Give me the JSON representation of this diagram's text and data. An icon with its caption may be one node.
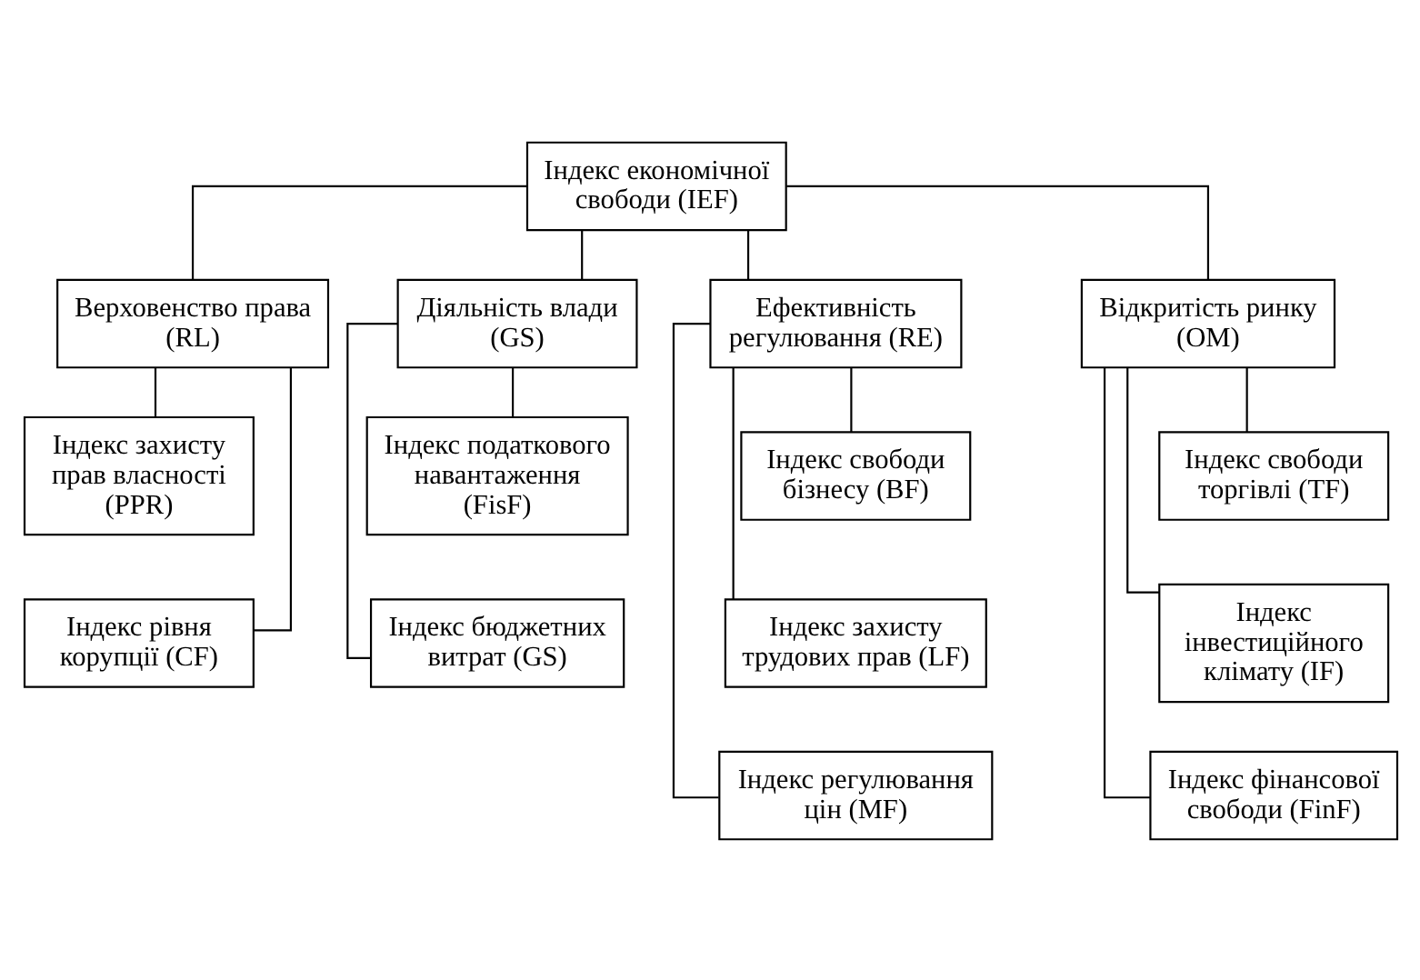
{
  "diagram": {
    "nodes": [
      {
        "text": [
          "Індекс економічної свободи (IEF)"
        ]
      },
      {
        "text": [
          "Верховенство права (RL)"
        ]
      },
      {
        "text": [
          "Діяльність влади (GS)"
        ]
      },
      {
        "text": [
          "Ефективність регулювання (RE)"
        ]
      },
      {
        "text": [
          "Відкритість ринку (OM)"
        ]
      },
      {
        "text": [
          "Індекс захисту прав власності (PPR)"
        ]
      },
      {
        "text": [
          "Індекс рівня корупції (CF)"
        ]
      },
      {
        "text": [
          "Індекс податкового навантаження (FisF)"
        ]
      },
      {
        "text": [
          "Індекс бюджетних витрат (GS)"
        ]
      },
      {
        "text": [
          "Індекс свободи бізнесу (BF)"
        ]
      },
      {
        "text": [
          "Індекс захисту трудових прав (LF)"
        ]
      },
      {
        "text": [
          "Індекс регулювання цін (MF)"
        ]
      },
      {
        "text": [
          "Індекс свободи торгівлі (TF)"
        ]
      },
      {
        "text": [
          "Індекс інвестиційного клімату (IF)"
        ]
      },
      {
        "text": [
          "Індекс фінансової свободи (FinF)"
        ]
      }
    ],
    "edges": [
      {
        "from": 0,
        "to": 1,
        "arrow": "none"
      },
      {
        "from": 0,
        "to": 2,
        "arrow": "none"
      },
      {
        "from": 0,
        "to": 3,
        "arrow": "none"
      },
      {
        "from": 0,
        "to": 4,
        "arrow": "none"
      },
      {
        "from": 1,
        "to": 5,
        "arrow": "none"
      },
      {
        "from": 1,
        "to": 6,
        "arrow": "none"
      },
      {
        "from": 2,
        "to": 7,
        "arrow": "none"
      },
      {
        "from": 2,
        "to": 8,
        "arrow": "none"
      },
      {
        "from": 3,
        "to": 9,
        "arrow": "none"
      },
      {
        "from": 3,
        "to": 10,
        "arrow": "none"
      },
      {
        "from": 3,
        "to": 11,
        "arrow": "none"
      },
      {
        "from": 4,
        "to": 12,
        "arrow": "none"
      },
      {
        "from": 4,
        "to": 13,
        "arrow": "none"
      },
      {
        "from": 4,
        "to": 14,
        "arrow": "none"
      }
    ]
  }
}
